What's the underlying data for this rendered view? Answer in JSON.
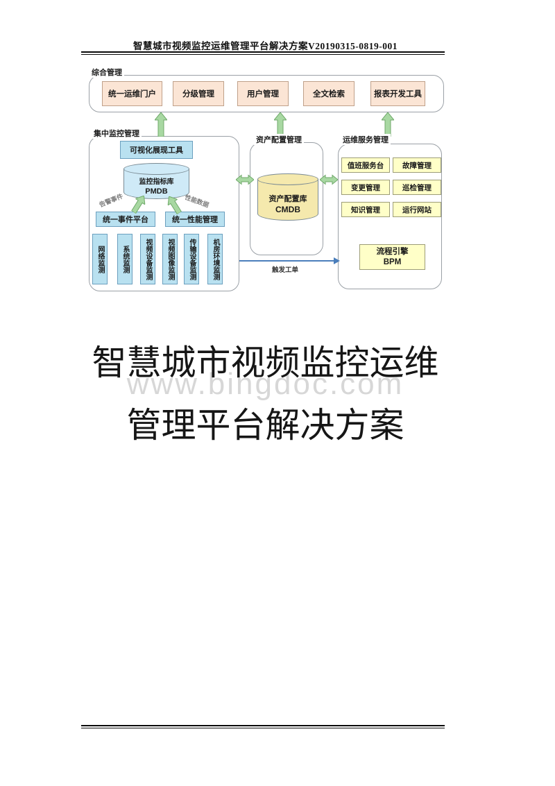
{
  "header": {
    "title": "智慧城市视频监控运维管理平台解决方案V20190315-0819-001"
  },
  "diagram": {
    "integrated": {
      "label": "综合管理",
      "boxes": [
        "统一运维门户",
        "分级管理",
        "用户管理",
        "全文检索",
        "报表开发工具"
      ]
    },
    "monitoring": {
      "label": "集中监控管理",
      "visual_tool": "可视化展现工具",
      "pmdb_name": "监控指标库",
      "pmdb_code": "PMDB",
      "alarm_label": "告警事件",
      "perf_label": "性能数据",
      "event_platform": "统一事件平台",
      "perf_mgmt": "统一性能管理",
      "probes": [
        "网络监测",
        "系统监测",
        "视频设备监测",
        "视频图像监测",
        "传输设备监测",
        "机房环境监测"
      ]
    },
    "asset": {
      "label": "资产配置管理",
      "cmdb_name": "资产配置库",
      "cmdb_code": "CMDB"
    },
    "service": {
      "label": "运维服务管理",
      "boxes": [
        "值班服务台",
        "故障管理",
        "变更管理",
        "巡检管理",
        "知识管理",
        "运行网站"
      ],
      "bpm_line1": "流程引擎",
      "bpm_line2": "BPM"
    },
    "trigger_label": "触发工单"
  },
  "title": {
    "line1": "智慧城市视频监控运维",
    "line2": "管理平台解决方案"
  },
  "watermark": "www.bingdoc.com",
  "colors": {
    "peach_box": "#fbe5d5",
    "blue_box": "#b9e1f0",
    "yellow_box": "#ffffc8",
    "green_arrow": "#a8d8a2",
    "blue_cylinder": "#cfeaf7",
    "yellow_cylinder": "#f5e9ad",
    "trigger_arrow": "#4a7ebb"
  }
}
